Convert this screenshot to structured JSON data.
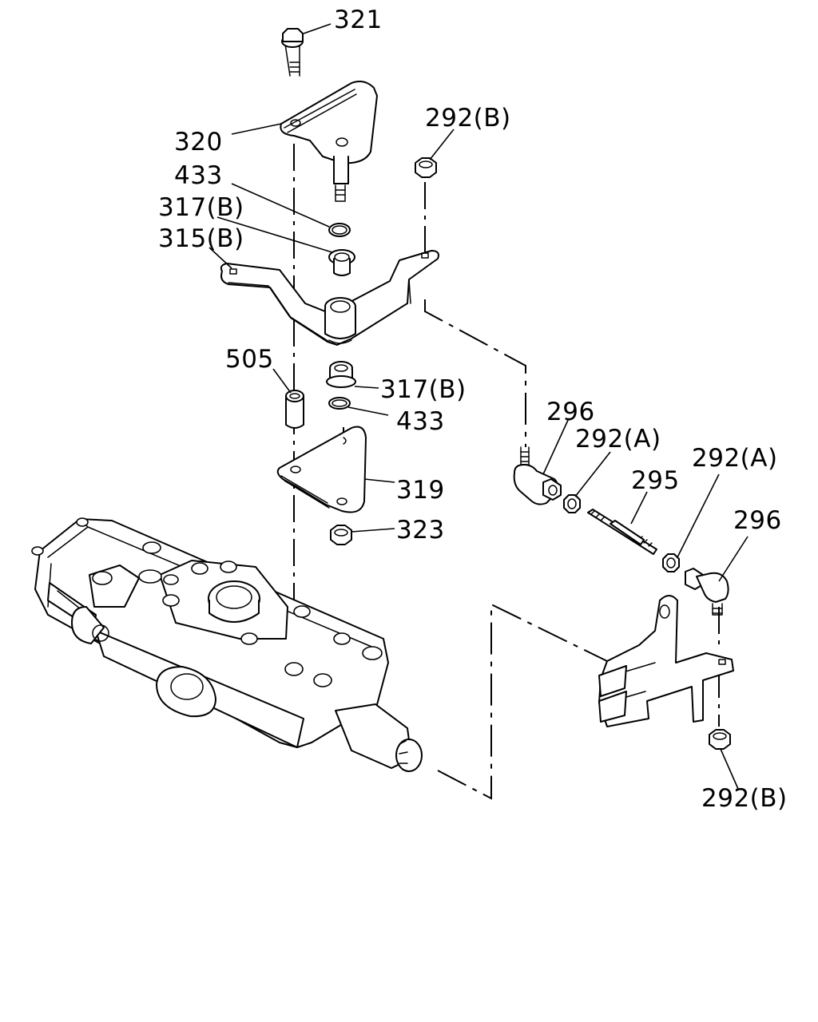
{
  "labels": {
    "p321": "321",
    "p320": "320",
    "p433_top": "433",
    "p317b_top": "317(B)",
    "p315b": "315(B)",
    "p292b_top": "292(B)",
    "p505": "505",
    "p317b_mid": "317(B)",
    "p433_mid": "433",
    "p319": "319",
    "p323": "323",
    "p296_left": "296",
    "p292a_left": "292(A)",
    "p295": "295",
    "p292a_right": "292(A)",
    "p296_right": "296",
    "p292b_bottom": "292(B)"
  }
}
